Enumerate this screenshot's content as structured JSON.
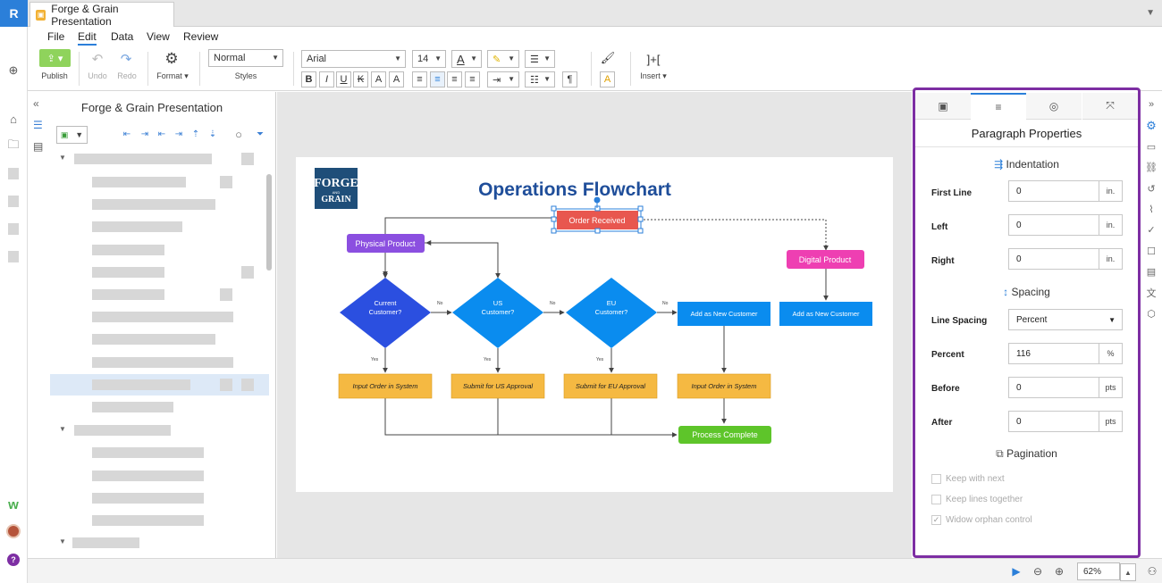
{
  "app": {
    "logo": "R",
    "doc_tab": "Forge & Grain Presentation"
  },
  "menu": [
    "File",
    "Edit",
    "Data",
    "View",
    "Review"
  ],
  "toolbar": {
    "publish": "Publish",
    "undo": "Undo",
    "redo": "Redo",
    "format": "Format",
    "style_value": "Normal",
    "styles": "Styles",
    "font": "Arial",
    "size": "14",
    "insert": "Insert",
    "bold": "B",
    "italic": "I",
    "underline": "U",
    "strike": "K",
    "superscript": "A",
    "subscript": "A",
    "pilcrow": "¶",
    "insert_icon": "]+["
  },
  "outline": {
    "title": "Forge & Grain Presentation"
  },
  "slide": {
    "logo_top": "FORGE",
    "logo_mid": "AND",
    "logo_bottom": "GRAIN",
    "title": "Operations Flowchart",
    "nodes": {
      "order_received": "Order Received",
      "physical_product": "Physical Product",
      "digital_product": "Digital Product",
      "current_customer_1": "Current",
      "current_customer_2": "Customer?",
      "us_customer_1": "US",
      "us_customer_2": "Customer?",
      "eu_customer_1": "EU",
      "eu_customer_2": "Customer?",
      "add_new_1": "Add as New Customer",
      "add_new_2": "Add as New Customer",
      "input_order_1": "Input Order in System",
      "submit_us": "Submit for US Approval",
      "submit_eu": "Submit for EU Approval",
      "input_order_2": "Input Order in System",
      "process_complete": "Process Complete"
    },
    "edge_labels": {
      "no": "No",
      "yes": "Yes"
    }
  },
  "props": {
    "title": "Paragraph Properties",
    "indentation": "Indentation",
    "first_line_label": "First Line",
    "first_line_value": "0",
    "first_line_unit": "in.",
    "left_label": "Left",
    "left_value": "0",
    "left_unit": "in.",
    "right_label": "Right",
    "right_value": "0",
    "right_unit": "in.",
    "spacing": "Spacing",
    "line_spacing_label": "Line Spacing",
    "line_spacing_value": "Percent",
    "percent_label": "Percent",
    "percent_value": "116",
    "percent_unit": "%",
    "before_label": "Before",
    "before_value": "0",
    "before_unit": "pts",
    "after_label": "After",
    "after_value": "0",
    "after_unit": "pts",
    "pagination": "Pagination",
    "keep_with_next": "Keep with next",
    "keep_lines_together": "Keep lines together",
    "widow_orphan": "Widow orphan control"
  },
  "status": {
    "zoom": "62%"
  },
  "colors": {
    "accent": "#2b7fd9",
    "highlight_border": "#7d2ea3",
    "diamond_dark": "#2b4fe0",
    "diamond_light": "#0a8cef",
    "order_red": "#e8574f",
    "physical_purple": "#8b4fe0",
    "digital_pink": "#ee3fb2",
    "action_blue": "#0a8cef",
    "task_orange": "#f5b942",
    "complete_green": "#5ec52a"
  }
}
